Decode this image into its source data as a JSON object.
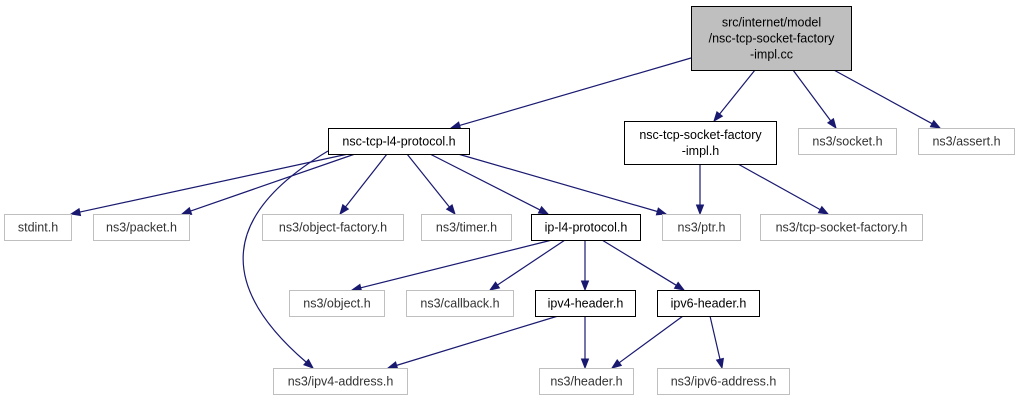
{
  "colors": {
    "root_fill": "#bfbfbf",
    "node_border": "#000000",
    "external_border": "#bfbfbf",
    "edge": "#191970"
  },
  "nodes": {
    "root": {
      "lines": [
        "src/internet/model",
        "/nsc-tcp-socket-factory",
        "-impl.cc"
      ]
    },
    "nsc_l4": {
      "lines": [
        "nsc-tcp-l4-protocol.h"
      ]
    },
    "factory_impl_h": {
      "lines": [
        "nsc-tcp-socket-factory",
        "-impl.h"
      ]
    },
    "socket_h": {
      "lines": [
        "ns3/socket.h"
      ]
    },
    "assert_h": {
      "lines": [
        "ns3/assert.h"
      ]
    },
    "stdint_h": {
      "lines": [
        "stdint.h"
      ]
    },
    "packet_h": {
      "lines": [
        "ns3/packet.h"
      ]
    },
    "object_factory_h": {
      "lines": [
        "ns3/object-factory.h"
      ]
    },
    "timer_h": {
      "lines": [
        "ns3/timer.h"
      ]
    },
    "ip_l4_h": {
      "lines": [
        "ip-l4-protocol.h"
      ]
    },
    "ptr_h": {
      "lines": [
        "ns3/ptr.h"
      ]
    },
    "tcp_socket_factory_h": {
      "lines": [
        "ns3/tcp-socket-factory.h"
      ]
    },
    "object_h": {
      "lines": [
        "ns3/object.h"
      ]
    },
    "callback_h": {
      "lines": [
        "ns3/callback.h"
      ]
    },
    "ipv4_header_h": {
      "lines": [
        "ipv4-header.h"
      ]
    },
    "ipv6_header_h": {
      "lines": [
        "ipv6-header.h"
      ]
    },
    "ipv4_address_h": {
      "lines": [
        "ns3/ipv4-address.h"
      ]
    },
    "header_h": {
      "lines": [
        "ns3/header.h"
      ]
    },
    "ipv6_address_h": {
      "lines": [
        "ns3/ipv6-address.h"
      ]
    }
  }
}
